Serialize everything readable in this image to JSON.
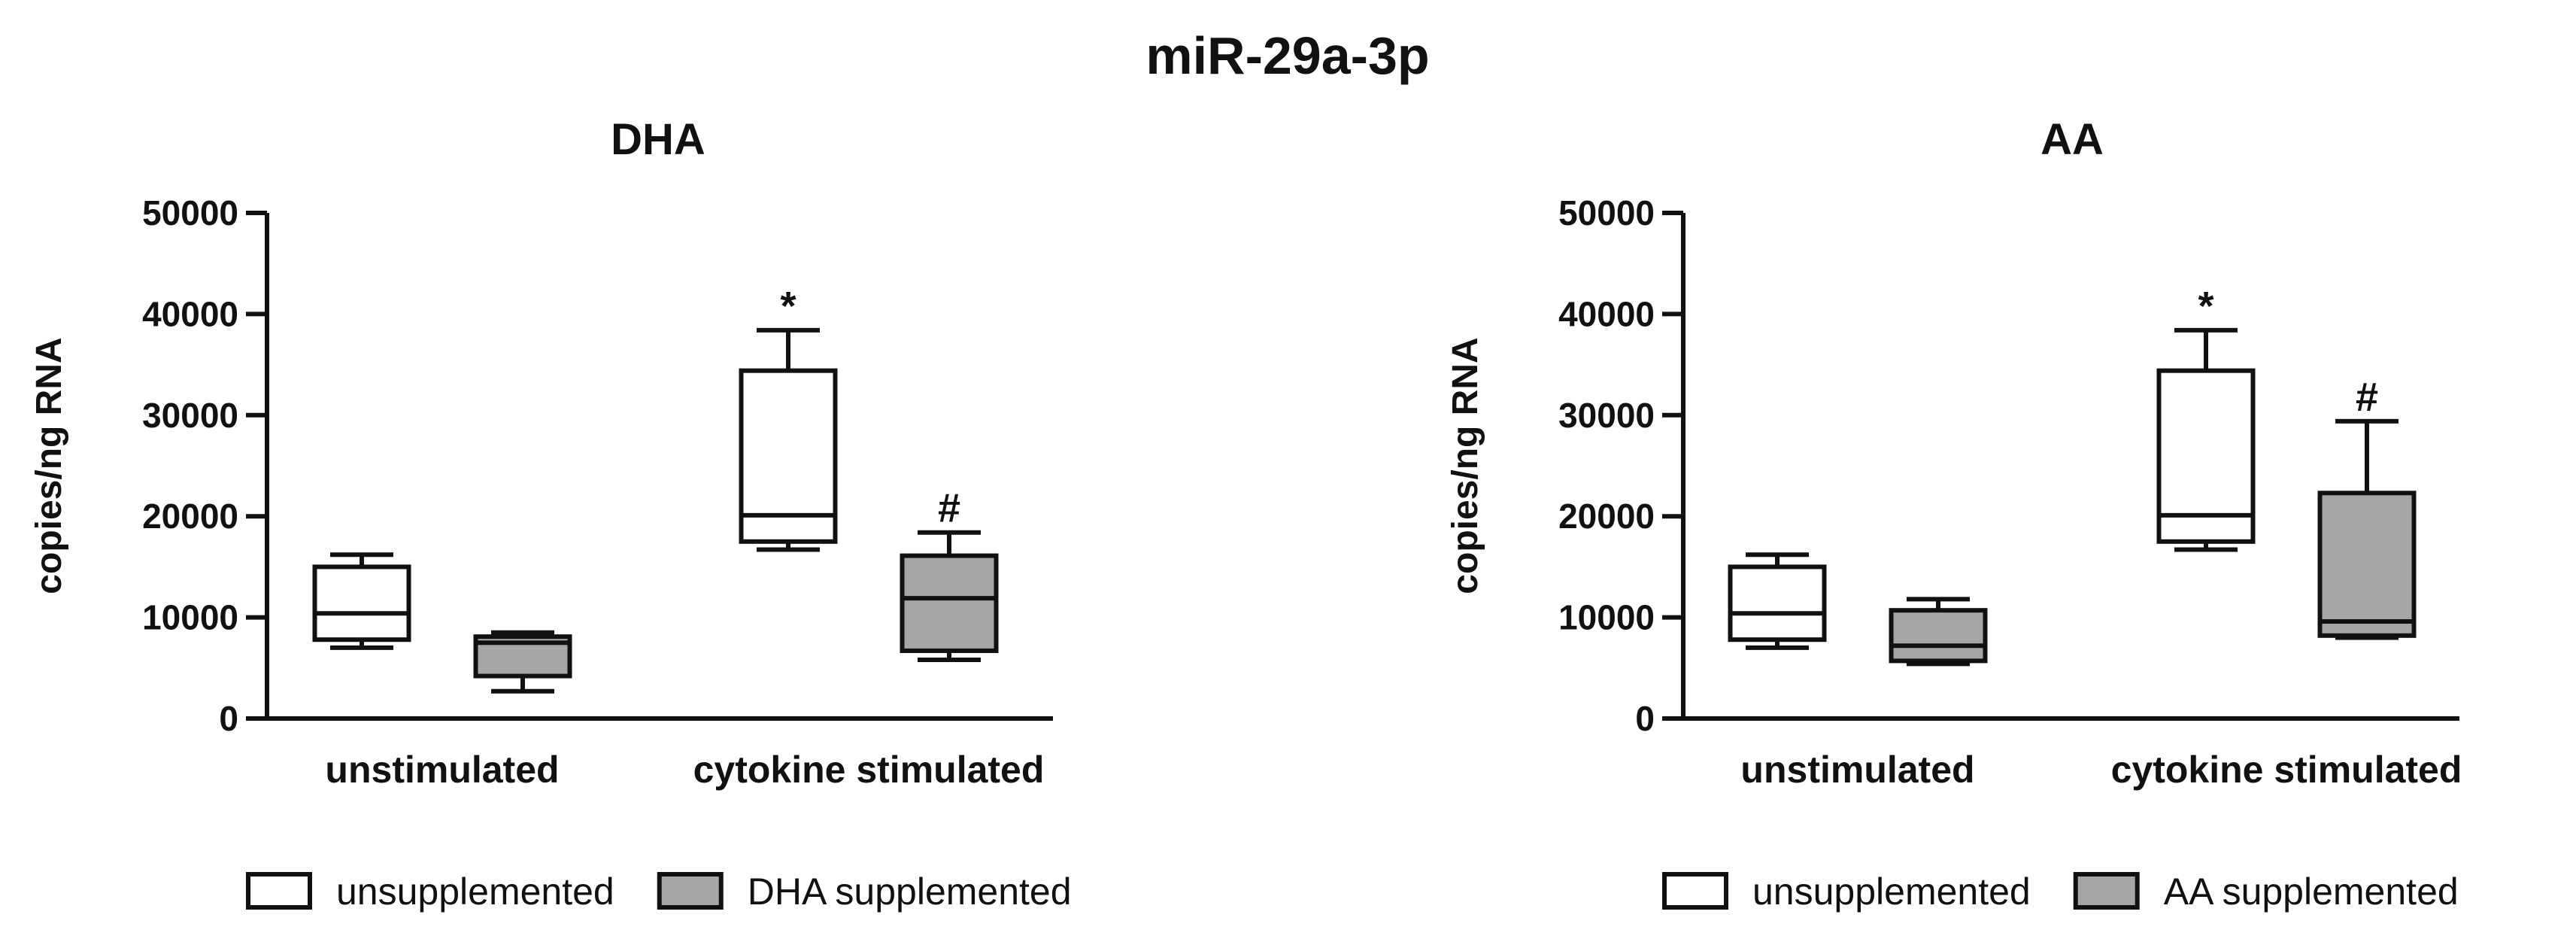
{
  "figure_title": "miR-29a-3p",
  "chart_data": [
    {
      "type": "box",
      "title": "DHA",
      "xlabel": "",
      "ylabel": "copies/ng RNA",
      "ylim": [
        0,
        50000
      ],
      "yticks": [
        0,
        10000,
        20000,
        30000,
        40000,
        50000
      ],
      "categories": [
        "unstimulated",
        "cytokine stimulated"
      ],
      "grid": false,
      "legend_position": "bottom",
      "series": [
        {
          "name": "unsupplemented",
          "color": "#ffffff",
          "boxes": [
            {
              "min": 7000,
              "q1": 7800,
              "median": 10400,
              "q3": 15000,
              "max": 16200,
              "annotation": ""
            },
            {
              "min": 16700,
              "q1": 17500,
              "median": 20100,
              "q3": 34400,
              "max": 38400,
              "annotation": "*"
            }
          ]
        },
        {
          "name": "DHA supplemented",
          "color": "#a6a6a6",
          "boxes": [
            {
              "min": 2700,
              "q1": 4200,
              "median": 7500,
              "q3": 8100,
              "max": 8500,
              "annotation": ""
            },
            {
              "min": 5800,
              "q1": 6700,
              "median": 11900,
              "q3": 16100,
              "max": 18400,
              "annotation": "#"
            }
          ]
        }
      ]
    },
    {
      "type": "box",
      "title": "AA",
      "xlabel": "",
      "ylabel": "copies/ng RNA",
      "ylim": [
        0,
        50000
      ],
      "yticks": [
        0,
        10000,
        20000,
        30000,
        40000,
        50000
      ],
      "categories": [
        "unstimulated",
        "cytokine stimulated"
      ],
      "grid": false,
      "legend_position": "bottom",
      "series": [
        {
          "name": "unsupplemented",
          "color": "#ffffff",
          "boxes": [
            {
              "min": 7000,
              "q1": 7800,
              "median": 10400,
              "q3": 15000,
              "max": 16200,
              "annotation": ""
            },
            {
              "min": 16700,
              "q1": 17500,
              "median": 20100,
              "q3": 34400,
              "max": 38400,
              "annotation": "*"
            }
          ]
        },
        {
          "name": "AA supplemented",
          "color": "#a6a6a6",
          "boxes": [
            {
              "min": 5400,
              "q1": 5700,
              "median": 7200,
              "q3": 10700,
              "max": 11800,
              "annotation": ""
            },
            {
              "min": 8000,
              "q1": 8200,
              "median": 9600,
              "q3": 22300,
              "max": 29400,
              "annotation": "#"
            }
          ]
        }
      ]
    }
  ]
}
